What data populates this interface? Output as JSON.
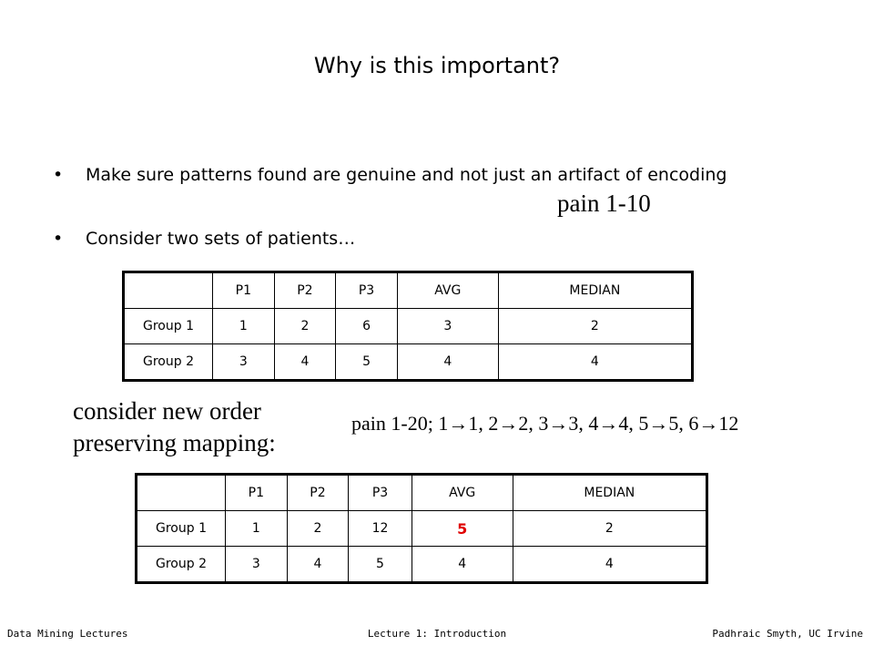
{
  "slide": {
    "title": "Why is this important?",
    "bullets": [
      "Make sure patterns found are genuine and not just an artifact of encoding",
      "Consider two sets of patients…"
    ],
    "bullet_marker": "•",
    "pain_note": "pain 1-10",
    "consider_line1": "consider new order",
    "consider_line2": "preserving mapping:",
    "mapping": "pain 1-20; 1→1, 2→2, 3→3, 4→4, 5→5, 6→12"
  },
  "table1": {
    "headers": [
      "",
      "P1",
      "P2",
      "P3",
      "AVG",
      "MEDIAN"
    ],
    "rows": [
      [
        "Group 1",
        "1",
        "2",
        "6",
        "3",
        "2"
      ],
      [
        "Group 2",
        "3",
        "4",
        "5",
        "4",
        "4"
      ]
    ]
  },
  "table2": {
    "headers": [
      "",
      "P1",
      "P2",
      "P3",
      "AVG",
      "MEDIAN"
    ],
    "rows": [
      [
        "Group 1",
        "1",
        "2",
        "12",
        "5",
        "2"
      ],
      [
        "Group 2",
        "3",
        "4",
        "5",
        "4",
        "4"
      ]
    ],
    "highlight_color": "#e00000"
  },
  "footer": {
    "left": "Data Mining Lectures",
    "center": "Lecture 1: Introduction",
    "right": "Padhraic Smyth, UC Irvine"
  }
}
